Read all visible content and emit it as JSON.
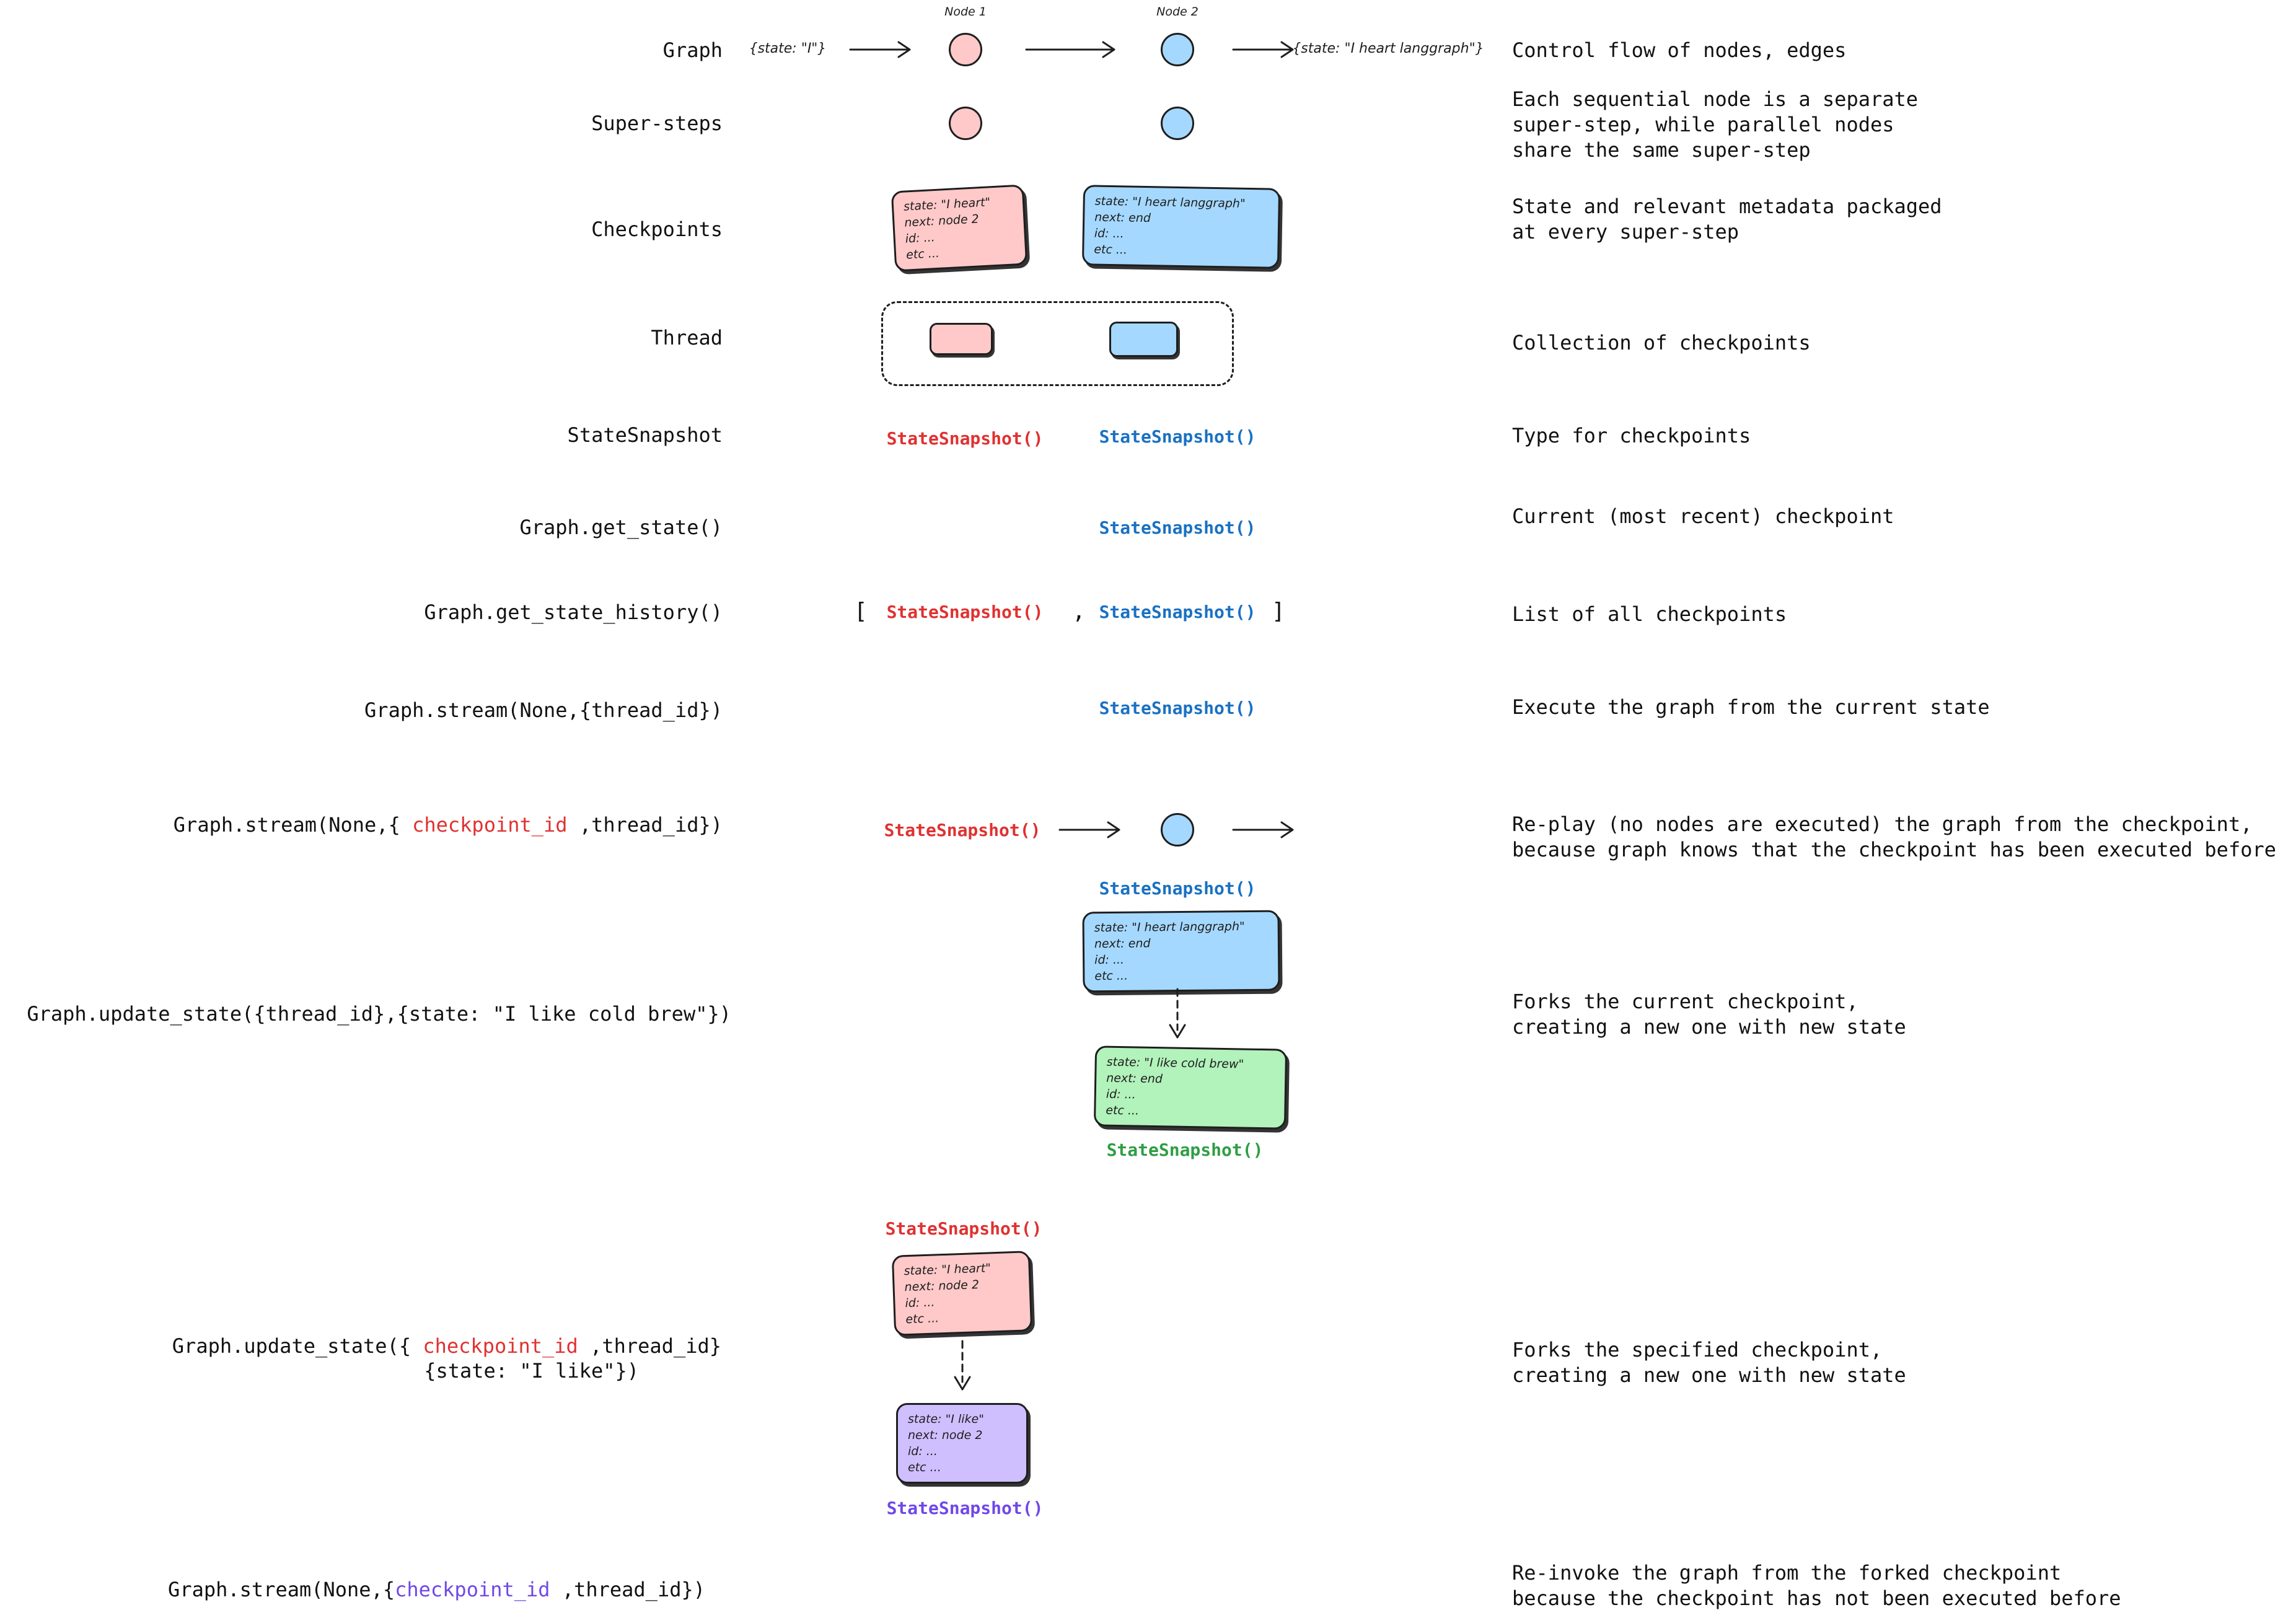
{
  "colors": {
    "pink_fill": "#ffc9c9",
    "blue_fill": "#a5d8ff",
    "green_fill": "#b2f2bb",
    "purple_fill": "#d0bfff",
    "red_text": "#e03131",
    "blue_text": "#1971c2",
    "green_text": "#2f9e44",
    "purple_text": "#7048e8",
    "ink": "#1e1e1e"
  },
  "shared": {
    "snapshot_call": "StateSnapshot()"
  },
  "rows": {
    "graph": {
      "label": "Graph",
      "node1": "Node 1",
      "node2": "Node 2",
      "input_state": "{state: \"I\"}",
      "output_state": "{state: \"I heart langgraph\"}",
      "desc": "Control flow of nodes, edges"
    },
    "supersteps": {
      "label": "Super-steps",
      "desc": "Each sequential node is a separate\nsuper-step, while parallel nodes\nshare the same super-step"
    },
    "checkpoints": {
      "label": "Checkpoints",
      "desc": "State and relevant metadata packaged\nat every super-step",
      "pink_card": "state: \"I heart\"\nnext: node 2\nid: ...\netc ...",
      "blue_card": "state: \"I heart langgraph\"\nnext: end\nid: ...\netc ..."
    },
    "thread": {
      "label": "Thread",
      "desc": "Collection of checkpoints"
    },
    "statesnapshot": {
      "label": "StateSnapshot",
      "desc": "Type for checkpoints"
    },
    "get_state": {
      "label": "Graph.get_state()",
      "desc": "Current (most recent) checkpoint"
    },
    "get_state_history": {
      "label": "Graph.get_state_history()",
      "desc": "List of all checkpoints",
      "bracket_open": "[",
      "comma": ",",
      "bracket_close": "]"
    },
    "stream_thread": {
      "label": "Graph.stream(None,{thread_id})",
      "desc": "Execute the graph from the current state"
    },
    "stream_checkpoint": {
      "label_pre": "Graph.stream(None,{ ",
      "label_highlight": "checkpoint_id",
      "label_post": " ,thread_id})",
      "desc": "Re-play (no nodes are executed) the graph from the checkpoint,\nbecause graph knows that the checkpoint has been executed before"
    },
    "update_state_thread": {
      "label": "Graph.update_state({thread_id},{state: \"I like cold brew\"})",
      "desc": "Forks the current checkpoint,\ncreating a new one with new state",
      "blue_card": "state: \"I heart langgraph\"\nnext: end\nid: ...\netc ...",
      "green_card": "state: \"I like cold brew\"\nnext: end\nid: ...\netc ..."
    },
    "update_state_checkpoint": {
      "label_pre": "Graph.update_state({ ",
      "label_highlight": "checkpoint_id",
      "label_post": " ,thread_id}",
      "label_line2": "{state: \"I like\"})",
      "desc": "Forks the specified checkpoint,\ncreating a new one with new state",
      "pink_card": "state: \"I heart\"\nnext: node 2\nid: ...\netc ...",
      "purple_card": "state: \"I like\"\nnext: node 2\nid: ...\netc ..."
    },
    "stream_forked": {
      "label_pre": "Graph.stream(None,{",
      "label_highlight": "checkpoint_id",
      "label_post": " ,thread_id})",
      "desc": "Re-invoke the graph from the forked checkpoint\nbecause the checkpoint has not been executed before"
    }
  }
}
